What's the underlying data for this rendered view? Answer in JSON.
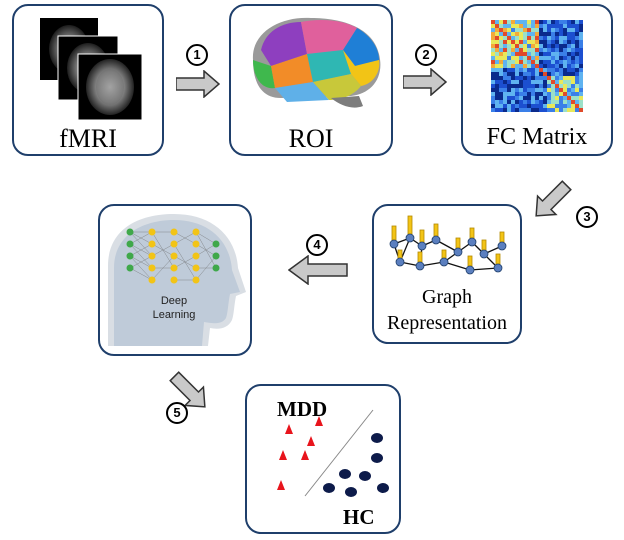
{
  "boxes": {
    "fmri": "fMRI",
    "roi": "ROI",
    "fc": "FC Matrix",
    "graph_line1": "Graph",
    "graph_line2": "Representation",
    "deep_line1": "Deep",
    "deep_line2": "Learning",
    "class_top": "MDD",
    "class_bottom": "HC"
  },
  "steps": [
    "1",
    "2",
    "3",
    "4",
    "5"
  ],
  "colors": {
    "box_border": "#1f3f6b",
    "arrow_fill": "#c9c9c9",
    "mdd": "#e8141c",
    "hc": "#0d1b4a",
    "node": "#f2c416"
  }
}
